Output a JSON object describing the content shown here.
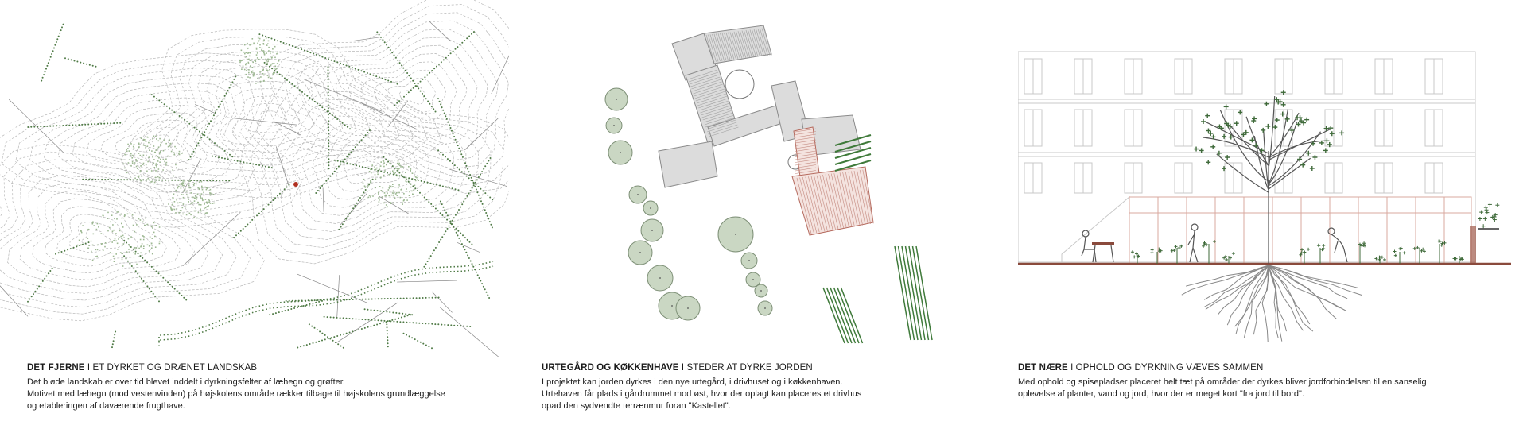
{
  "panels": [
    {
      "heading_bold": "DET FJERNE",
      "heading_rest": "I ET DYRKET OG DRÆNET LANDSKAB",
      "lines": [
        "Det bløde landskab er over tid blevet inddelt i dyrkningsfelter af læhegn og grøfter.",
        "Motivet med læhegn (mod vestenvinden) på højskolens område rækker tilbage til højskolens grundlæggelse",
        "og etableringen af daværende frugthave."
      ]
    },
    {
      "heading_bold": "URTEGÅRD OG KØKKENHAVE",
      "heading_rest": "I STEDER AT DYRKE JORDEN",
      "lines": [
        "I projektet kan jorden dyrkes i den nye urtegård, i drivhuset og i køkkenhaven.",
        "Urtehaven får plads i gårdrummet mod øst, hvor der oplagt kan placeres et drivhus",
        "opad den sydvendte terrænmur foran \"Kastellet\"."
      ]
    },
    {
      "heading_bold": "DET NÆRE",
      "heading_rest": "I OPHOLD OG DYRKNING VÆVES SAMMEN",
      "lines": [
        "Med ophold og spisepladser placeret helt tæt på områder der dyrkes bliver jordforbindelsen til en sanselig",
        "oplevelse af planter, vand og jord, hvor der er meget kort \"fra jord til bord\"."
      ]
    }
  ],
  "colors": {
    "green_dots": "#4f7a45",
    "contour": "#b8b8b8",
    "building": "#dcdcdc",
    "building_line": "#8a8a8a",
    "new_building": "#b56a5e",
    "tree_fill": "#cad7c3",
    "tree_line": "#7d8f76",
    "rows": "#3f7a3a",
    "soil": "#8a4a3c"
  }
}
